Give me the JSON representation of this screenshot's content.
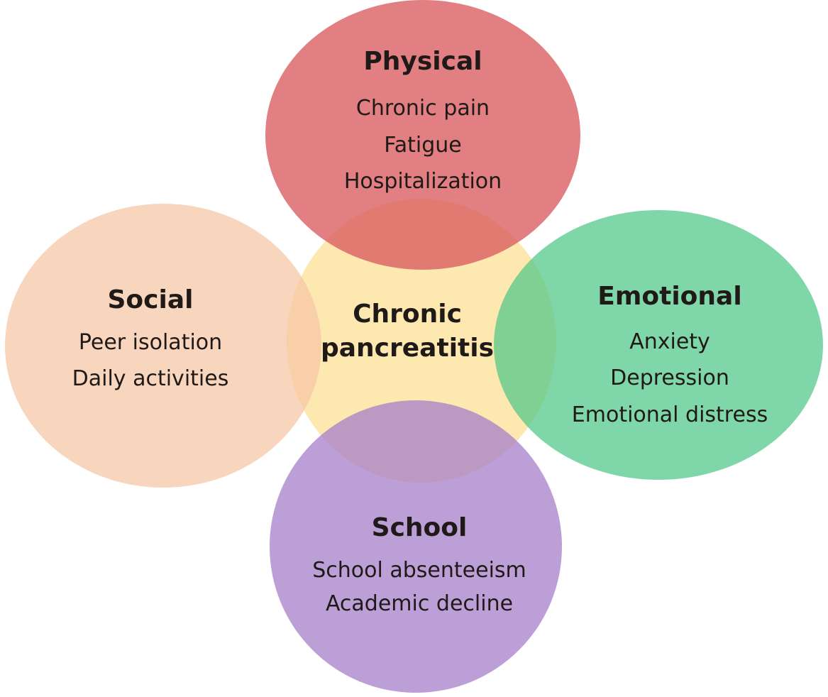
{
  "center": {
    "title_line1": "Chronic",
    "title_line2": "pancreatitis",
    "color": "#fde8b0"
  },
  "physical": {
    "title": "Physical",
    "items": [
      "Chronic pain",
      "Fatigue",
      "Hospitalization"
    ],
    "color": "#d95b5f"
  },
  "social": {
    "title": "Social",
    "items": [
      "Peer isolation",
      "Daily activities"
    ],
    "color": "#f5c7a7"
  },
  "emotional": {
    "title": "Emotional",
    "items": [
      "Anxiety",
      "Depression",
      "Emotional distress"
    ],
    "color": "#4dc686"
  },
  "school": {
    "title": "School",
    "items": [
      "School absenteeism",
      "Academic decline"
    ],
    "color": "#a57fc8"
  }
}
